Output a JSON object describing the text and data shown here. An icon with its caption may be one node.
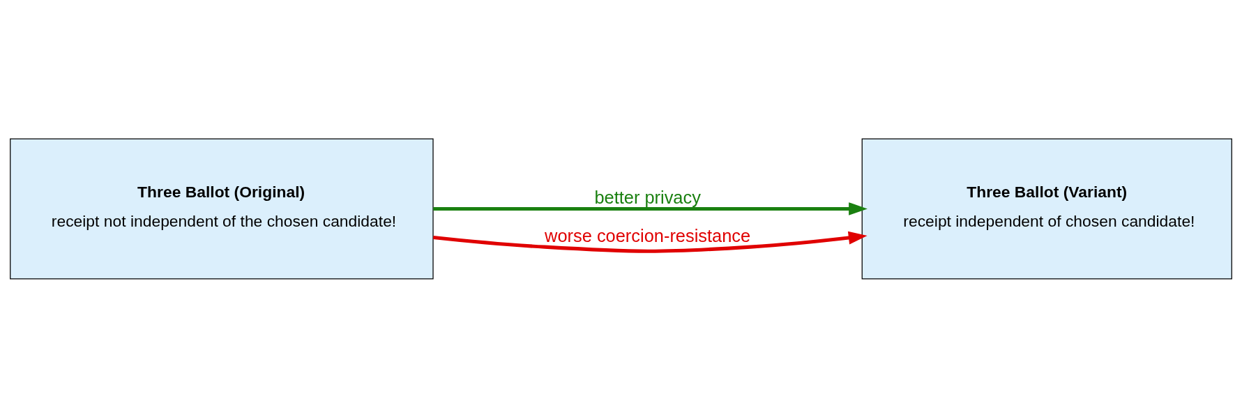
{
  "diagram": {
    "nodes": [
      {
        "text": [
          "Three Ballot (Original)",
          "receipt not independent of the chosen candidate!"
        ]
      },
      {
        "text": [
          "Three Ballot (Variant)",
          "receipt independent of chosen candidate!"
        ]
      }
    ],
    "edges": [
      {
        "from": 0,
        "to": 1,
        "arrow": "to",
        "label": "better privacy",
        "color": "#1a8010"
      },
      {
        "from": 0,
        "to": 1,
        "arrow": "to",
        "label": "worse coercion-resistance",
        "color": "#e00000"
      }
    ]
  }
}
